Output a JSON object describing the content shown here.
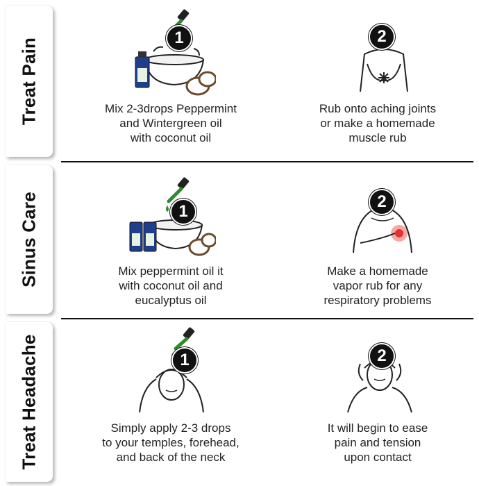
{
  "sections": [
    {
      "tab": "Treat Pain",
      "steps": [
        {
          "number": "1",
          "caption": [
            "Mix 2-3drops Peppermint",
            "and Wintergreen oil",
            "with coconut oil"
          ],
          "illustration": "oil-mixing-bowl-icon"
        },
        {
          "number": "2",
          "caption": [
            "Rub onto aching joints",
            "or make a homemade",
            "muscle rub"
          ],
          "illustration": "back-pain-figure-icon"
        }
      ]
    },
    {
      "tab": "Sinus Care",
      "steps": [
        {
          "number": "1",
          "caption": [
            "Mix peppermint oil it",
            "with coconut oil and",
            "eucalyptus oil"
          ],
          "illustration": "oil-mixing-bowl-icon"
        },
        {
          "number": "2",
          "caption": [
            "Make a homemade",
            "vapor rub for any",
            "respiratory problems"
          ],
          "illustration": "chest-rub-figure-icon"
        }
      ]
    },
    {
      "tab": "Treat Headache",
      "steps": [
        {
          "number": "1",
          "caption": [
            "Simply apply 2-3 drops",
            "to your temples, forehead,",
            "and back of the neck"
          ],
          "illustration": "head-drop-figure-icon"
        },
        {
          "number": "2",
          "caption": [
            "It will begin to ease",
            "pain and tension",
            "upon contact"
          ],
          "illustration": "head-massage-figure-icon"
        }
      ]
    }
  ],
  "colors": {
    "accent_green": "#2e8b2e",
    "bottle_blue": "#1f3f8c",
    "pain_red": "#e53030",
    "ink": "#111111"
  }
}
